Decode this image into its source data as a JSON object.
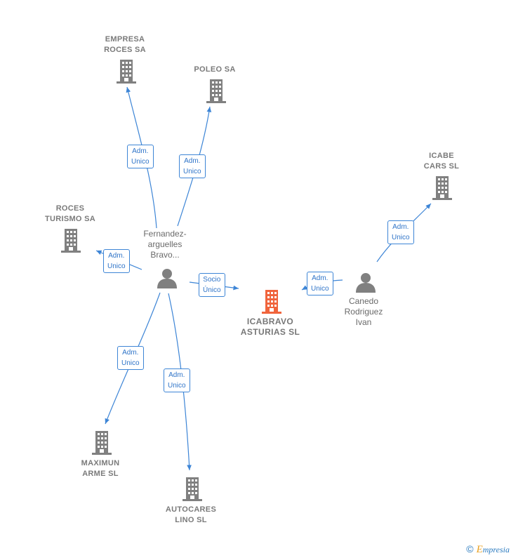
{
  "colors": {
    "edge": "#3d85d6",
    "company": "#808080",
    "focus": "#f0643c",
    "person": "#808080"
  },
  "nodes": {
    "empresa_roces": {
      "label": "EMPRESA\nROCES SA",
      "type": "company",
      "icon": "building-icon"
    },
    "poleo": {
      "label": "POLEO SA",
      "type": "company",
      "icon": "building-icon"
    },
    "roces_turismo": {
      "label": "ROCES\nTURISMO SA",
      "type": "company",
      "icon": "building-icon"
    },
    "fernandez": {
      "label": "Fernandez-\narguelles\nBravo...",
      "type": "person",
      "icon": "person-icon"
    },
    "icabravo": {
      "label": "ICABRAVO\nASTURIAS SL",
      "type": "focus-company",
      "icon": "building-icon"
    },
    "icabe": {
      "label": "ICABE\nCARS SL",
      "type": "company",
      "icon": "building-icon"
    },
    "canedo": {
      "label": "Canedo\nRodriguez\nIvan",
      "type": "person",
      "icon": "person-icon"
    },
    "maximun": {
      "label": "MAXIMUN\nARME SL",
      "type": "company",
      "icon": "building-icon"
    },
    "autocares": {
      "label": "AUTOCARES\nLINO SL",
      "type": "company",
      "icon": "building-icon"
    }
  },
  "edges": [
    {
      "from": "fernandez",
      "to": "empresa_roces",
      "label": "Adm.\nUnico"
    },
    {
      "from": "fernandez",
      "to": "poleo",
      "label": "Adm.\nUnico"
    },
    {
      "from": "fernandez",
      "to": "roces_turismo",
      "label": "Adm.\nUnico"
    },
    {
      "from": "fernandez",
      "to": "icabravo",
      "label": "Socio\nÚnico"
    },
    {
      "from": "fernandez",
      "to": "maximun",
      "label": "Adm.\nUnico"
    },
    {
      "from": "fernandez",
      "to": "autocares",
      "label": "Adm.\nUnico"
    },
    {
      "from": "canedo",
      "to": "icabravo",
      "label": "Adm.\nUnico"
    },
    {
      "from": "canedo",
      "to": "icabe",
      "label": "Adm.\nUnico"
    }
  ],
  "footer": {
    "copyright": "©",
    "brand_first": "E",
    "brand_rest": "mpresia"
  }
}
